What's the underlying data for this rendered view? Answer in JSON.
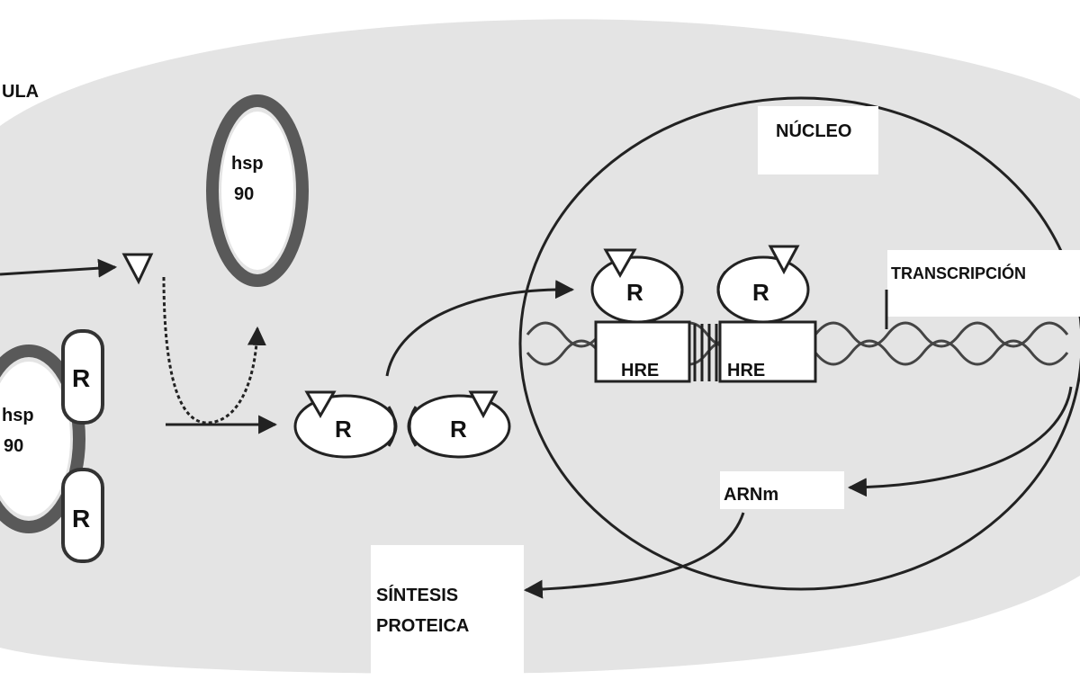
{
  "labels": {
    "cell": "ULA",
    "nucleus": "NÚCLEO",
    "transcription": "TRANSCRIPCIÓN",
    "arn": "ARNm",
    "protein_line1": "SÍNTESIS",
    "protein_line2": "PROTEICA",
    "hre_left": "HRE",
    "hre_right": "HRE"
  },
  "hsp90": {
    "top_line1": "hsp",
    "top_line2": "90",
    "left_line1": "hsp",
    "left_line2": "90"
  },
  "receptor": {
    "letter": "R"
  },
  "colors": {
    "cell_fill": "#e4e4e4",
    "ring_stroke": "#555555",
    "line_stroke": "#222222",
    "box_fill": "#ffffff"
  }
}
